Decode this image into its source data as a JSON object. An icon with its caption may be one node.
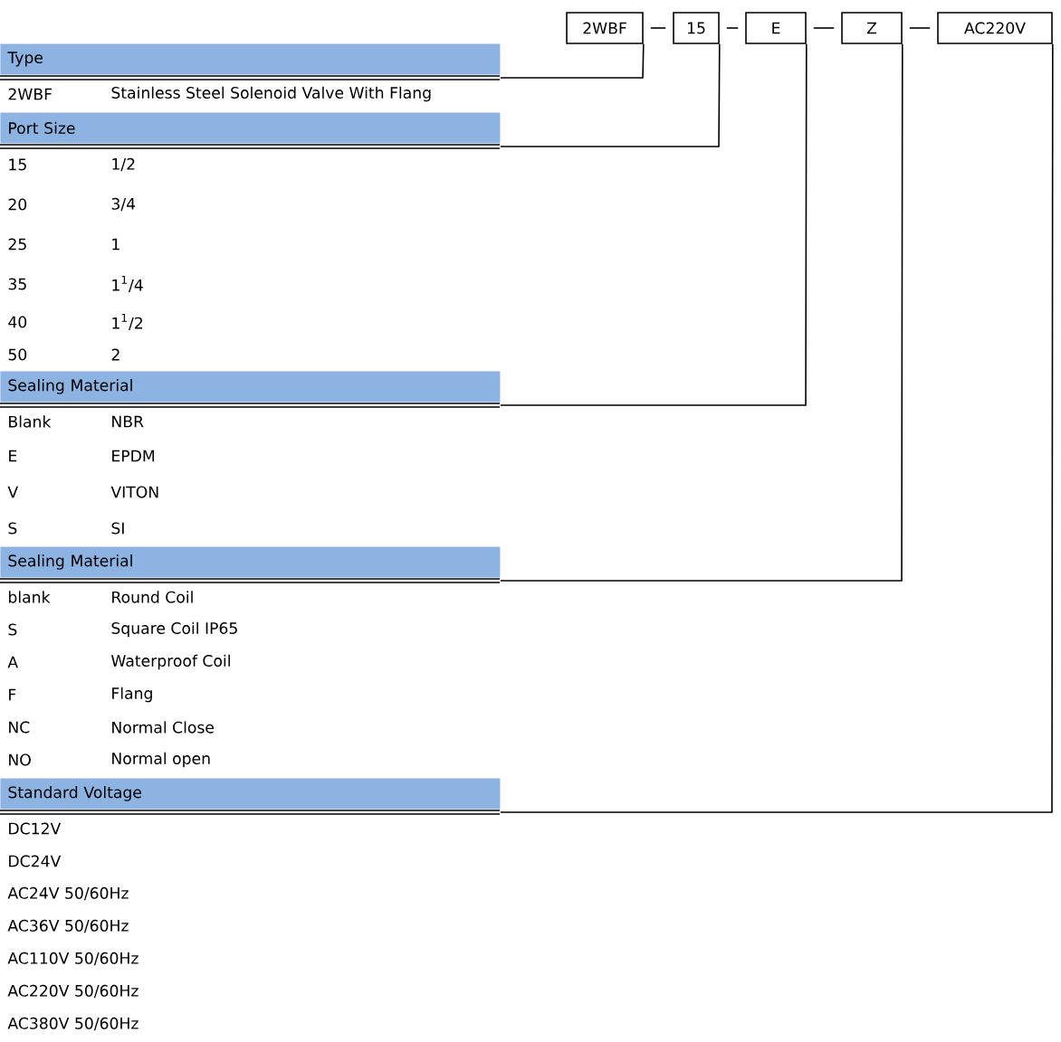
{
  "diagram": {
    "nodes": [
      {
        "text": [
          "2WBF"
        ]
      },
      {
        "text": [
          "15"
        ]
      },
      {
        "text": [
          "E"
        ]
      },
      {
        "text": [
          "Z"
        ]
      },
      {
        "text": [
          "AC220V"
        ]
      },
      {
        "text": [
          "Type"
        ]
      },
      {
        "text": [
          "Port Size"
        ]
      },
      {
        "text": [
          "Sealing Material"
        ]
      },
      {
        "text": [
          "Sealing Material"
        ]
      },
      {
        "text": [
          "Standard Voltage"
        ]
      }
    ],
    "edges": [
      {
        "from": 0,
        "to": 1,
        "arrow": "none"
      },
      {
        "from": 1,
        "to": 2,
        "arrow": "none"
      },
      {
        "from": 2,
        "to": 3,
        "arrow": "none"
      },
      {
        "from": 3,
        "to": 4,
        "arrow": "none"
      },
      {
        "from": 0,
        "to": 5,
        "arrow": "none"
      },
      {
        "from": 1,
        "to": 6,
        "arrow": "none"
      },
      {
        "from": 2,
        "to": 7,
        "arrow": "none"
      },
      {
        "from": 3,
        "to": 8,
        "arrow": "none"
      },
      {
        "from": 4,
        "to": 9,
        "arrow": "none"
      }
    ],
    "labels": [
      "2WBF",
      "Stainless Steel Solenoid Valve With Flang",
      "15",
      "1/2",
      "20",
      "3/4",
      "25",
      "1",
      "35",
      "1$^{1}$/4",
      "40",
      "1$^{1}$/2",
      "50",
      "2",
      "Blank",
      "NBR",
      "E",
      "EPDM",
      "V",
      "VITON",
      "S",
      "SI",
      "blank",
      "Round Coil",
      "S",
      "Square Coil IP65",
      "A",
      "Waterproof Coil",
      "F",
      "Flang",
      "NC",
      "Normal Close",
      "NO",
      "Normal open",
      "DC12V",
      "DC24V",
      "AC24V 50/60Hz",
      "AC36V 50/60Hz",
      "AC110V 50/60Hz",
      "AC220V 50/60Hz",
      "AC380V 50/60Hz"
    ]
  }
}
